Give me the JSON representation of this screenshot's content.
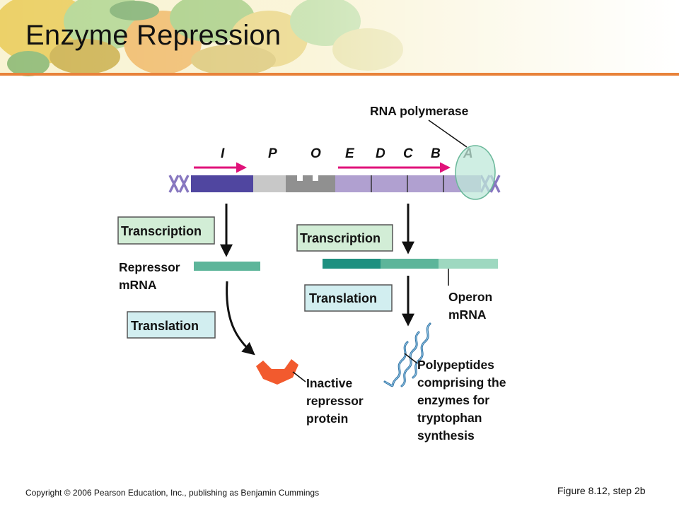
{
  "slide": {
    "title": "Enzyme Repression",
    "copyright": "Copyright © 2006 Pearson Education, Inc., publishing as Benjamin Cummings",
    "figure_ref": "Figure 8.12, step 2b"
  },
  "diagram": {
    "gene_labels": [
      "I",
      "P",
      "O",
      "E",
      "D",
      "C",
      "B",
      "A"
    ],
    "rna_polymerase": "RNA polymerase",
    "left": {
      "transcription": "Transcription",
      "repressor_mrna": [
        "Repressor",
        "mRNA"
      ],
      "translation": "Translation",
      "inactive_repressor": [
        "Inactive",
        "repressor",
        "protein"
      ]
    },
    "right": {
      "transcription": "Transcription",
      "translation": "Translation",
      "operon_mrna": [
        "Operon",
        "mRNA"
      ],
      "polypeptides": [
        "Polypeptides",
        "comprising the",
        "enzymes for",
        "tryptophan",
        "synthesis"
      ]
    },
    "colors": {
      "regulatory_gene": "#5046A0",
      "promoter": "#C8C8C8",
      "operator": "#909090",
      "structural_genes": "#B0A0D0",
      "arrow_magenta": "#E0127A",
      "mrna_light": "#9ED8C0",
      "mrna_mid": "#5DB59A",
      "mrna_dark": "#1E9080",
      "repressor_protein": "#F25A2E",
      "polymerase": "#BFE8DA",
      "box_green": "#D2EDD6",
      "box_blue": "#D2EEF0",
      "helix_purple": "#8878C0",
      "polypeptide_blue": "#5A9EC8"
    }
  }
}
